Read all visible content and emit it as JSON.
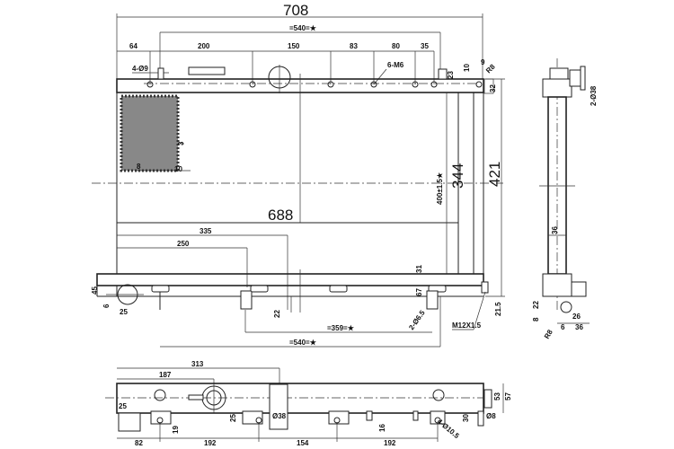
{
  "front_view": {
    "overall_width": "708",
    "bracket_spacing_top": "=540=★",
    "segments": [
      "64",
      "200",
      "150",
      "83",
      "80",
      "35"
    ],
    "hole_callout_top_left": "4-Ø9",
    "hole_callout_top": "6-M6",
    "right_dims": [
      "23",
      "10",
      "9",
      "R8",
      "32"
    ],
    "fin_dims": [
      "3",
      "8",
      "10"
    ],
    "core_height": "344",
    "overall_height": "421",
    "mount_height": "400±1.5★",
    "core_width": "688",
    "dim_335": "335",
    "dim_250": "250",
    "left_dims": [
      "45",
      "6",
      "25"
    ],
    "bottom_dims": [
      "31",
      "67",
      "22",
      "21.5"
    ],
    "hole_callout_bottom": "2-Ø6.5",
    "thread_callout": "M12X1.5",
    "bracket_spacing_bottom": "=359=★",
    "bracket_spacing_lower": "=540=★"
  },
  "side_view": {
    "pipe_callout": "2-Ø38",
    "tube_width": "36",
    "bottom_dims": [
      "22",
      "8",
      "R8",
      "6",
      "26",
      "36"
    ]
  },
  "bottom_view": {
    "dim_313": "313",
    "dim_187": "187",
    "dim_25": "25",
    "dim_19": "19",
    "dim_25b": "25",
    "pipe_dia": "Ø38",
    "dim_16": "16",
    "dim_30": "30",
    "dim_8": "Ø8",
    "dim_53": "53",
    "dim_57": "57",
    "hole_callout": "4-Ø10.5",
    "spacing": [
      "82",
      "192",
      "154",
      "192"
    ]
  }
}
